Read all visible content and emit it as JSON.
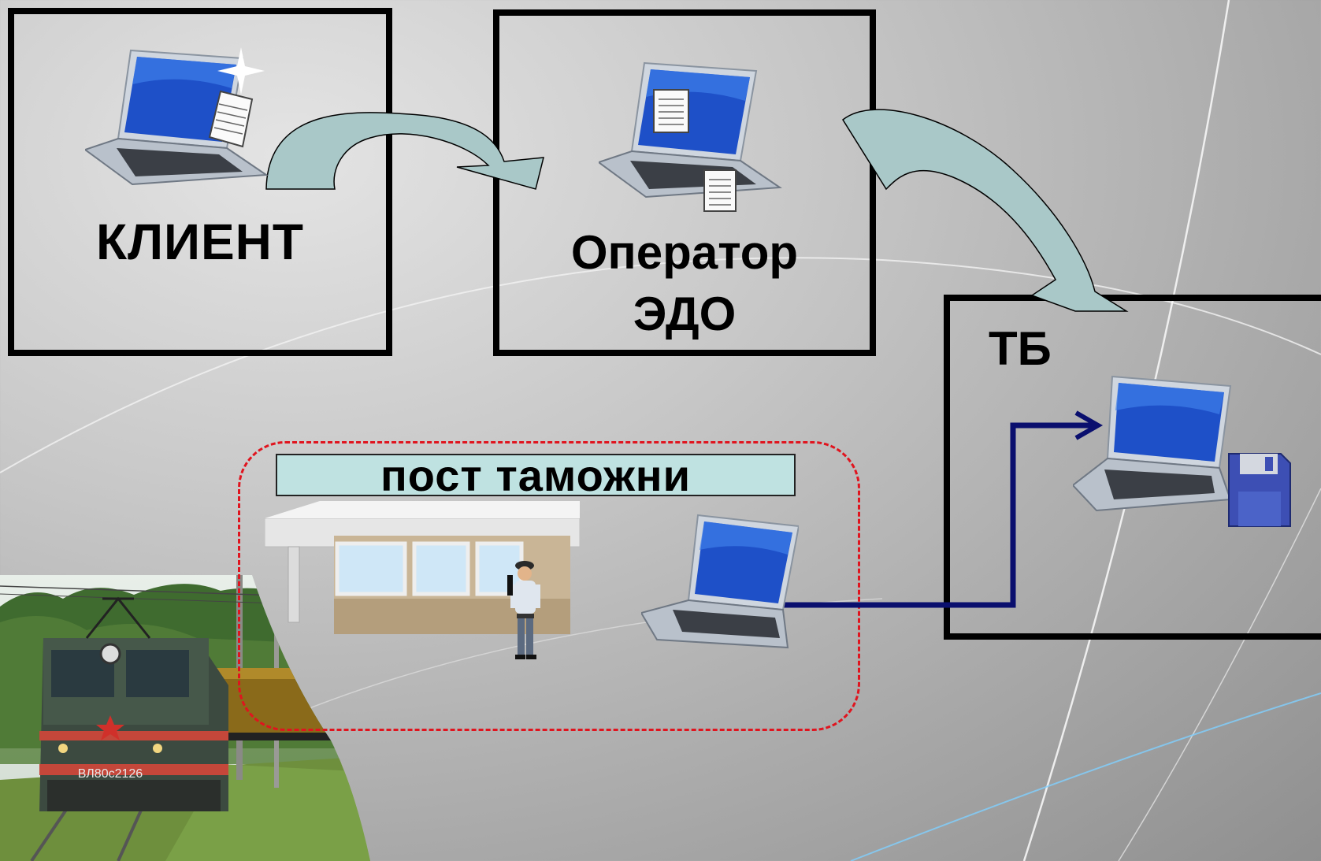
{
  "nodes": {
    "client": {
      "label": "КЛИЕНТ"
    },
    "operator": {
      "line1": "Оператор",
      "line2": "ЭДО"
    },
    "tb": {
      "label": "ТБ"
    },
    "customs_post": {
      "label": "пост таможни"
    }
  },
  "train": {
    "plate": "ВЛ80с2126"
  },
  "colors": {
    "curved_arrow_fill": "#a9c8c8",
    "connector_line": "#0a0f6e",
    "customs_frame": "#e0141e",
    "customs_label_bg": "#bfe2e1",
    "laptop_screen": "#1e50c8"
  },
  "icons": [
    "laptop-icon",
    "document-icon",
    "sparkle-icon",
    "floppy-disk-icon",
    "guard-booth-icon",
    "customs-officer-icon",
    "locomotive-photo"
  ]
}
